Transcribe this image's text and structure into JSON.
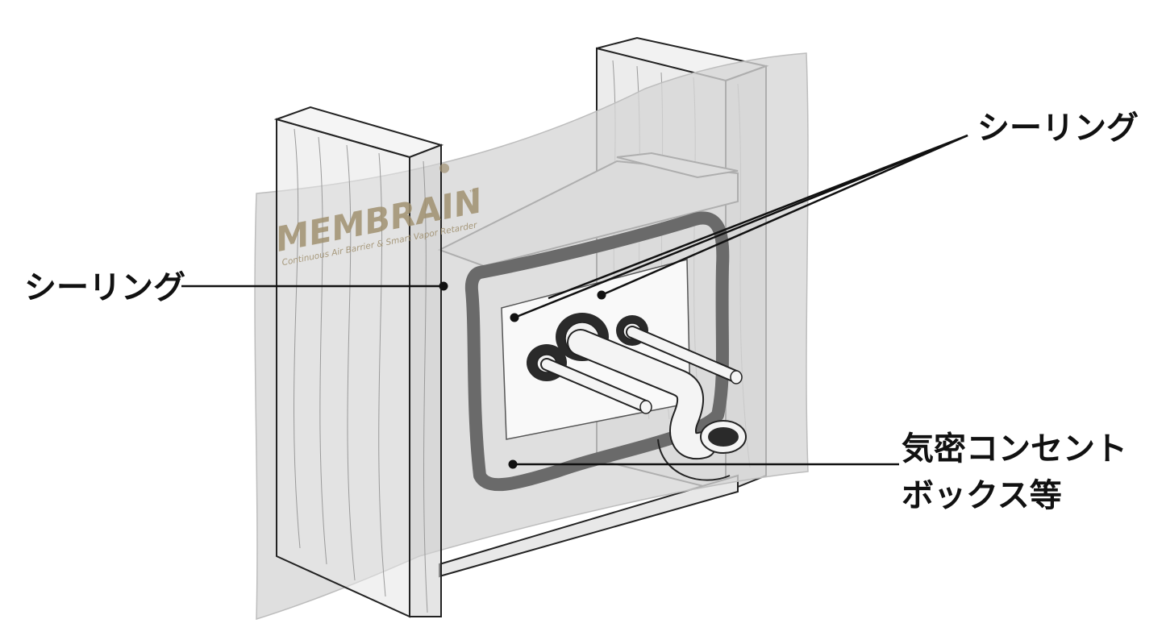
{
  "callouts": {
    "left_label": "シーリング",
    "top_right_label": "シーリング",
    "bottom_right_line1": "気密コンセント",
    "bottom_right_line2": "ボックス等"
  },
  "membrane": {
    "brand_name": "MEMBRAIN",
    "trademark": "™",
    "tagline": "Continuous Air Barrier & Smart Vapor Retarder"
  },
  "colors": {
    "membrane_fill": "#d6d6d6",
    "sealing_gasket": "#6a6a6a",
    "brand_text": "#a09070",
    "leader_line": "#111111"
  }
}
